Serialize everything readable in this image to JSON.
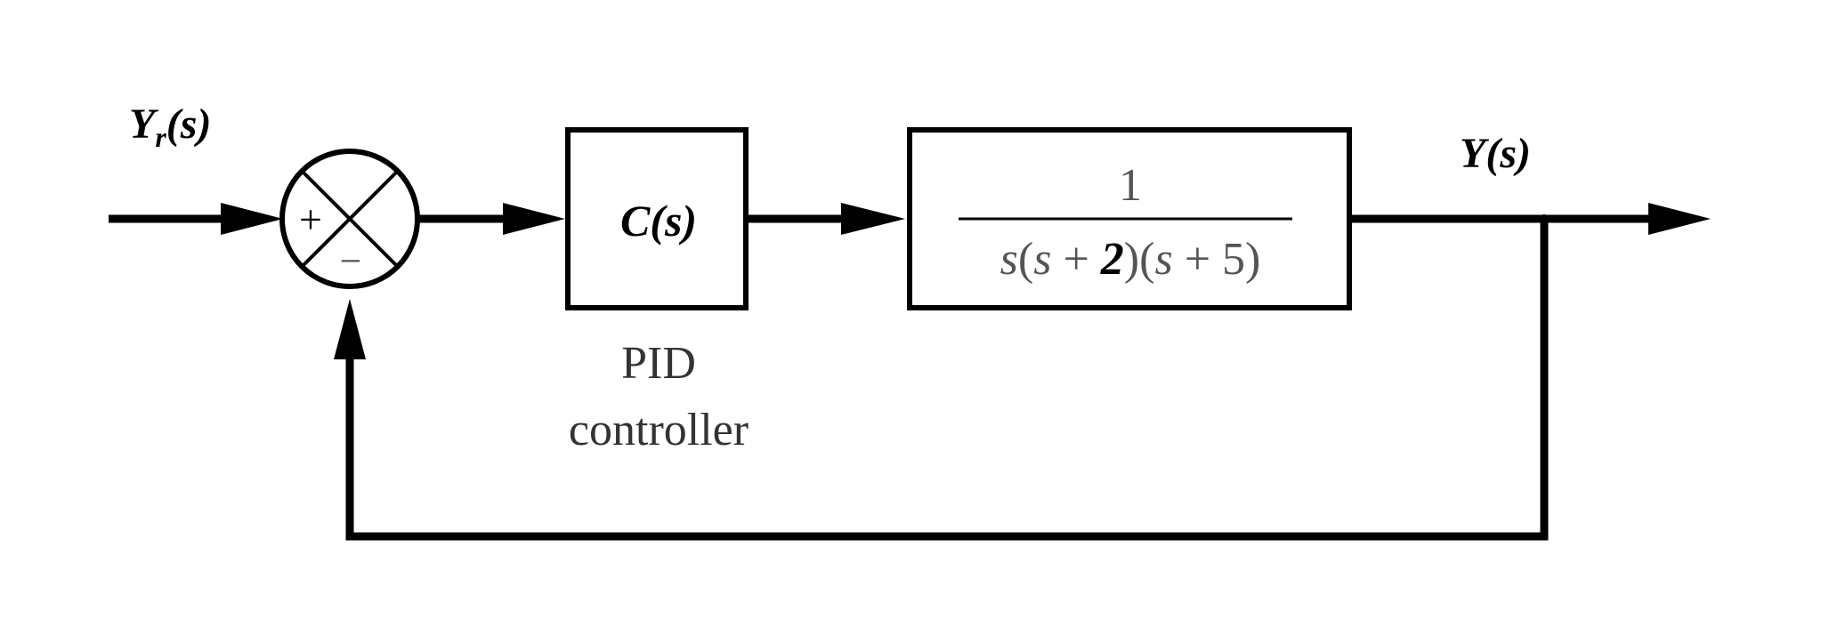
{
  "input_signal": {
    "main": "Y",
    "subscript": "r",
    "arg": "(s)"
  },
  "summing_junction": {
    "plus_sign": "+",
    "minus_sign": "−"
  },
  "controller_block": {
    "label": "C(s)",
    "caption_line1": "PID",
    "caption_line2": "controller"
  },
  "plant_block": {
    "numerator": "1",
    "den_s1": "s",
    "den_open1": "(",
    "den_s2": "s",
    "den_plus1": " + ",
    "den_two": "2",
    "den_close1": ")(",
    "den_s3": "s",
    "den_plus2": " + 5)"
  },
  "output_signal": {
    "label": "Y(s)"
  },
  "colors": {
    "line": "#000000",
    "background": "#ffffff",
    "caption_text": "#333333"
  }
}
